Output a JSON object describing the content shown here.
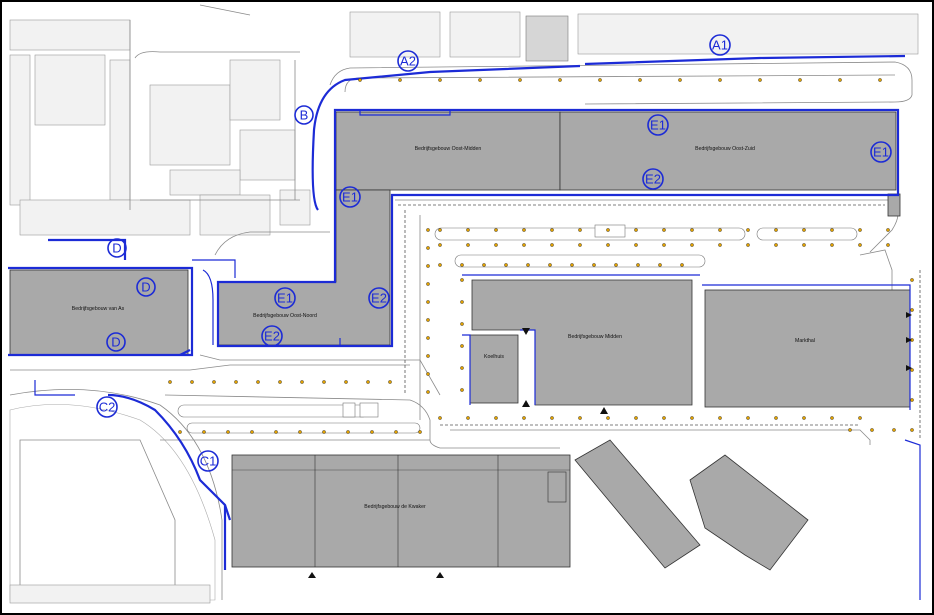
{
  "colors": {
    "route": "#1c2bd6",
    "building": "#a9a9a9",
    "marker": "#e0a000"
  },
  "zones": {
    "a1": "A1",
    "a2": "A2",
    "b": "B",
    "c1": "C1",
    "c2": "C2",
    "d": "D",
    "e1": "E1",
    "e2": "E2"
  },
  "buildings": {
    "oost_midden": "Bedrijfsgebouw Oost-Midden",
    "oost_zuid": "Bedrijfsgebouw Oost-Zuid",
    "oost_noord": "Bedrijfsgebouw Oost-Noord",
    "van_as": "Bedrijfsgebouw van As",
    "midden": "Bedrijfsgebouw Midden",
    "koelhuis": "Koelhuis",
    "markthal": "Markthal",
    "de_kwaker": "Bedrijfsgebouw de Kwaker"
  }
}
